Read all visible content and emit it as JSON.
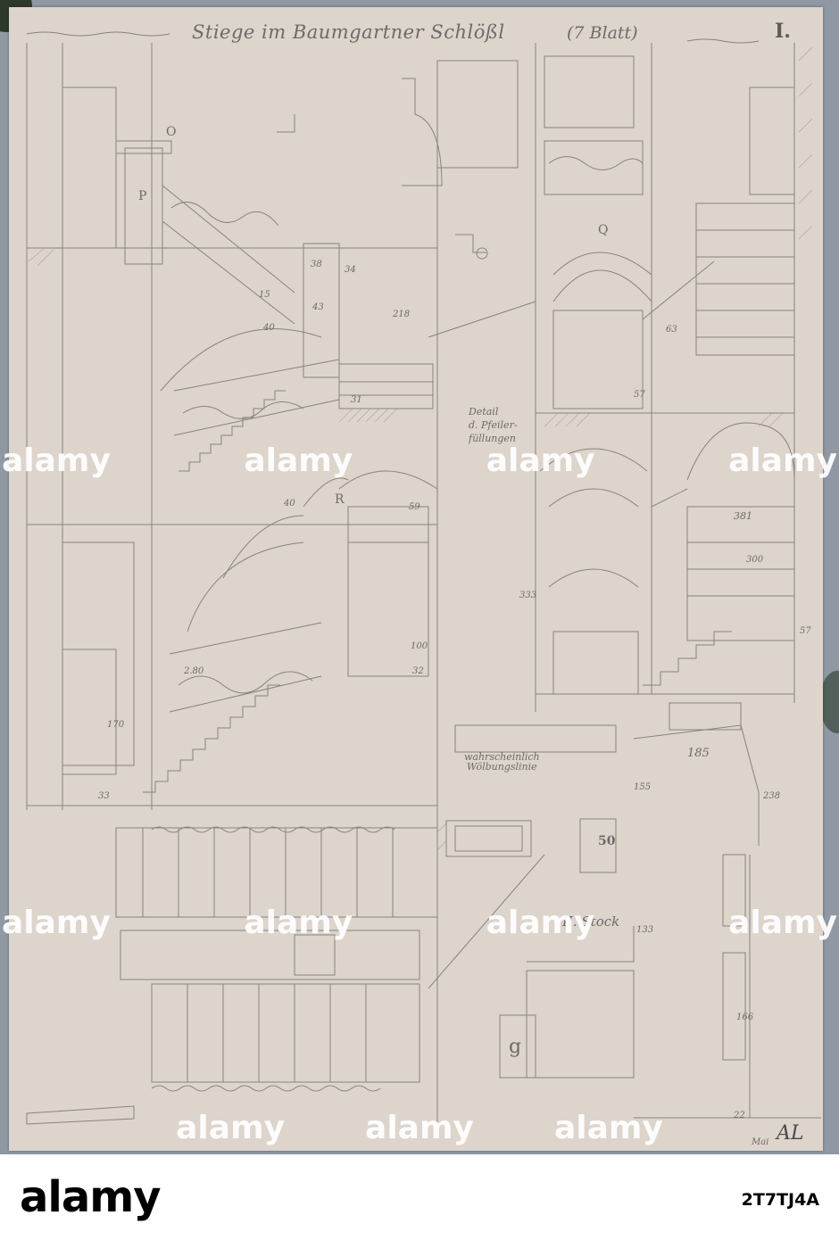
{
  "sheet": {
    "title": "Stiege im Baumgartner Schlößl",
    "title_note": "(7 Blatt)",
    "number": "I.",
    "notes": {
      "detail": [
        "Detail",
        "d. Pfeiler-",
        "füllungen"
      ],
      "vault": [
        "wahrscheinlich",
        "Wölbungslinie"
      ],
      "floor": "II. Stock"
    },
    "letters": [
      "P",
      "O",
      "Q",
      "R",
      "g"
    ],
    "dimensions": [
      "38",
      "34",
      "218",
      "43",
      "40",
      "31",
      "63",
      "57",
      "33",
      "40",
      "59",
      "185",
      "238",
      "50",
      "155",
      "133",
      "166",
      "22",
      "381",
      "300",
      "333",
      "57",
      "2.80",
      "170",
      "100",
      "32",
      "15"
    ],
    "signature": "AL",
    "signature_date": "Mai"
  },
  "watermark": {
    "text": "alamy"
  },
  "footer": {
    "logo": "alamy",
    "image_code": "2T7TJ4A"
  },
  "colors": {
    "paper": "#ddd4cb",
    "pencil": "#6e6a68",
    "background": "#8f98a3"
  }
}
